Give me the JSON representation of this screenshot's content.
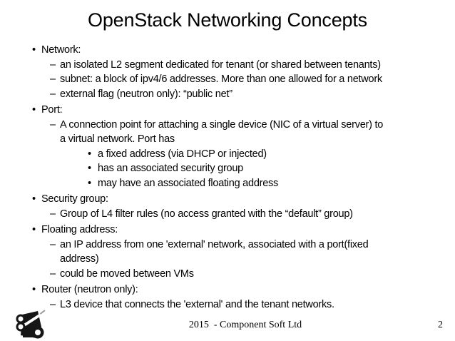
{
  "slide": {
    "title": "OpenStack Networking Concepts",
    "bullets": [
      {
        "level": 1,
        "text": "Network:"
      },
      {
        "level": 2,
        "text": "an isolated L2 segment dedicated for tenant (or shared between tenants)"
      },
      {
        "level": 2,
        "text": "subnet: a block of ipv4/6 addresses. More than one allowed for a network"
      },
      {
        "level": 2,
        "text": "external flag (neutron only): “public net”"
      },
      {
        "level": 1,
        "text": "Port:"
      },
      {
        "level": 2,
        "text": "A connection point for attaching a single device (NIC of a virtual server) to\na virtual network. Port has"
      },
      {
        "level": 3,
        "text": "a fixed address (via DHCP or injected)"
      },
      {
        "level": 3,
        "text": "has an associated security group"
      },
      {
        "level": 3,
        "text": "may have an associated floating address"
      },
      {
        "level": 1,
        "text": "Security group:"
      },
      {
        "level": 2,
        "text": "Group of L4 filter rules (no access granted with the “default” group)"
      },
      {
        "level": 1,
        "text": "Floating address:"
      },
      {
        "level": 2,
        "text": "an IP address from one 'external' network, associated with a port(fixed\naddress)"
      },
      {
        "level": 2,
        "text": "could be moved between VMs"
      },
      {
        "level": 1,
        "text": "Router (neutron only):"
      },
      {
        "level": 2,
        "text": "L3 device that connects the 'external' and the tenant networks."
      }
    ],
    "bullet_glyphs": {
      "level1": "•",
      "level2": "–",
      "level3": "•"
    },
    "footer": {
      "credit": "2015  - Component Soft Ltd",
      "page_number": "2"
    },
    "logo_icon": "component-soft-logo",
    "colors": {
      "background": "#ffffff",
      "text": "#000000"
    }
  }
}
